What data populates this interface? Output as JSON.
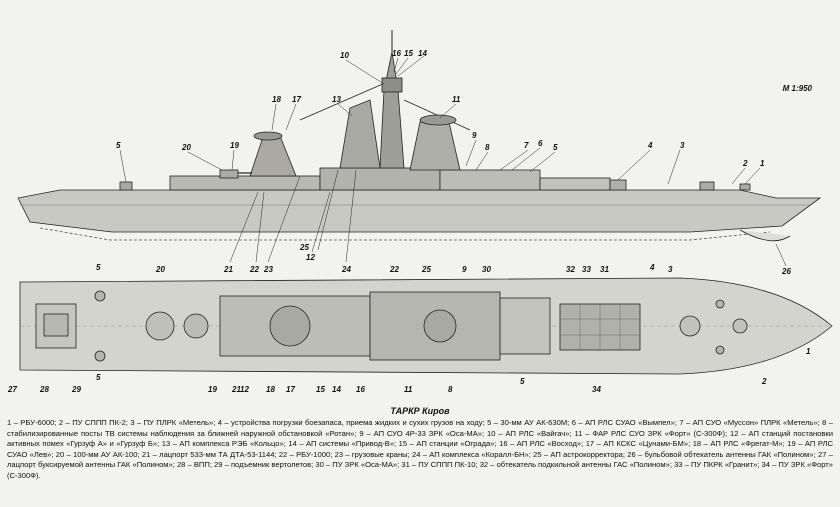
{
  "scale_label": "М 1:950",
  "caption": {
    "title": "ТАРКР Киров",
    "text": "1 – РБУ-6000; 2 – ПУ СППП ПК-2; 3 – ПУ ПЛРК «Метель»; 4 – устройства погрузки боезапаса, приема жидких и сухих грузов на ходу; 5 – 30-мм АУ АК-630М; 6 – АП РЛС СУАО «Вымпел»; 7 – АП СУО «Муссон» ПЛРК «Метель»; 8 – стабилизированные посты ТВ системы наблюдения за ближней наружной обстановкой «Ротан»; 9 – АП СУО 4Р-33 ЗРК «Оса-МА»; 10 – АП РЛС «Вайгач»; 11 – ФАР РЛС СУО ЗРК «Форт» (С-300Ф); 12 – АП станций постановки активных помех «Гурзуф А» и «Гурзуф Б»; 13 – АП комплекса РЭБ «Кольцо»; 14 – АП системы «Привод-В»; 15 – АП станции «Ограда»; 16 – АП РЛС «Восход»; 17 – АП КСКС «Цунами-БМ»; 18 – АП РЛС «Фрегат-М»; 19 – АП РЛС СУАО «Лев»; 20 – 100-мм АУ АК-100; 21 – лацпорт 533-мм ТА ДТА-53-1144; 22 – РБУ-1000; 23 – грузовые краны; 24 – АП комплекса «Коралл-БН»; 25 – АП астрокорректора; 26 – бульбовой обтекатель антенны ГАК «Полином»; 27 – лацпорт буксируемой антенны ГАК «Полином»; 28 – ВПП; 29 – подъемник вертолетов; 30 – ПУ ЗРК «Оса-МА»; 31 – ПУ СППП ПК-10; 32 – обтекатель подкильной антенны ГАС «Полином»; 33 – ПУ ПКРК «Гранит»; 34 – ПУ ЗРК «Форт» (С-300Ф)."
  },
  "side_view": {
    "callouts": [
      "1",
      "2",
      "3",
      "4",
      "5",
      "6",
      "7",
      "8",
      "9",
      "10",
      "11",
      "12",
      "13",
      "14",
      "15",
      "16",
      "17",
      "18",
      "19",
      "20",
      "21",
      "22",
      "23",
      "24",
      "25",
      "26"
    ]
  },
  "plan_view": {
    "callouts": [
      "1",
      "2",
      "3",
      "4",
      "5",
      "8",
      "9",
      "11",
      "12",
      "14",
      "15",
      "16",
      "17",
      "18",
      "19",
      "20",
      "21",
      "22",
      "25",
      "27",
      "28",
      "29",
      "30",
      "31",
      "32",
      "33",
      "34"
    ]
  }
}
